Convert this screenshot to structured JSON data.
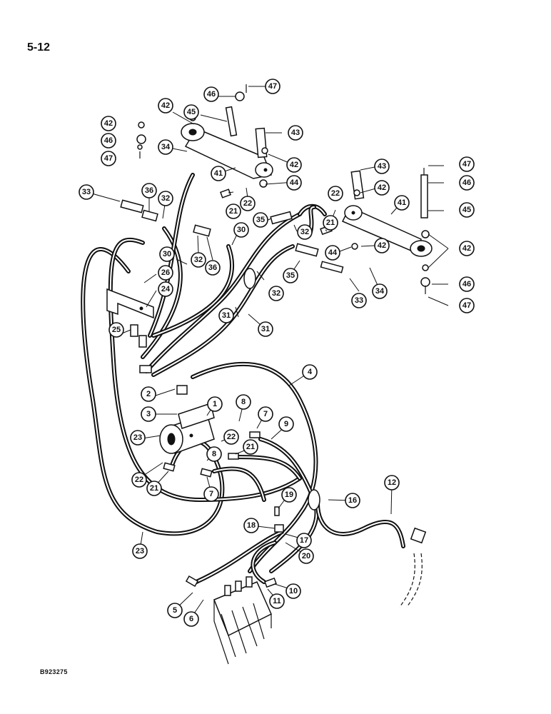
{
  "page": {
    "number": "5-12",
    "figure_id": "B923275"
  },
  "callouts": [
    {
      "label": "1"
    },
    {
      "label": "2"
    },
    {
      "label": "3"
    },
    {
      "label": "4"
    },
    {
      "label": "5"
    },
    {
      "label": "6"
    },
    {
      "label": "7"
    },
    {
      "label": "7"
    },
    {
      "label": "8"
    },
    {
      "label": "8"
    },
    {
      "label": "9"
    },
    {
      "label": "10"
    },
    {
      "label": "11"
    },
    {
      "label": "12"
    },
    {
      "label": "16"
    },
    {
      "label": "17"
    },
    {
      "label": "18"
    },
    {
      "label": "19"
    },
    {
      "label": "20"
    },
    {
      "label": "21"
    },
    {
      "label": "21"
    },
    {
      "label": "21"
    },
    {
      "label": "21"
    },
    {
      "label": "22"
    },
    {
      "label": "22"
    },
    {
      "label": "22"
    },
    {
      "label": "22"
    },
    {
      "label": "23"
    },
    {
      "label": "23"
    },
    {
      "label": "24"
    },
    {
      "label": "25"
    },
    {
      "label": "26"
    },
    {
      "label": "30"
    },
    {
      "label": "30"
    },
    {
      "label": "31"
    },
    {
      "label": "31"
    },
    {
      "label": "32"
    },
    {
      "label": "32"
    },
    {
      "label": "32"
    },
    {
      "label": "32"
    },
    {
      "label": "33"
    },
    {
      "label": "33"
    },
    {
      "label": "34"
    },
    {
      "label": "34"
    },
    {
      "label": "35"
    },
    {
      "label": "35"
    },
    {
      "label": "36"
    },
    {
      "label": "36"
    },
    {
      "label": "41"
    },
    {
      "label": "41"
    },
    {
      "label": "42"
    },
    {
      "label": "42"
    },
    {
      "label": "42"
    },
    {
      "label": "42"
    },
    {
      "label": "42"
    },
    {
      "label": "42"
    },
    {
      "label": "43"
    },
    {
      "label": "43"
    },
    {
      "label": "44"
    },
    {
      "label": "44"
    },
    {
      "label": "45"
    },
    {
      "label": "45"
    },
    {
      "label": "46"
    },
    {
      "label": "46"
    },
    {
      "label": "46"
    },
    {
      "label": "46"
    },
    {
      "label": "47"
    },
    {
      "label": "47"
    },
    {
      "label": "47"
    },
    {
      "label": "47"
    }
  ]
}
